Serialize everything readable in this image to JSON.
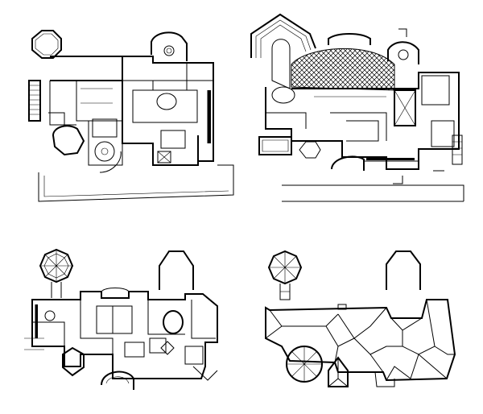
{
  "sheet": {
    "plans": [
      {
        "id": "plan-1",
        "kind": "floor-plan"
      },
      {
        "id": "plan-2",
        "kind": "floor-plan"
      },
      {
        "id": "plan-3",
        "kind": "floor-plan"
      },
      {
        "id": "plan-4",
        "kind": "roof-plan"
      }
    ],
    "colors": {
      "line": "#000000",
      "paper": "#ffffff"
    }
  }
}
